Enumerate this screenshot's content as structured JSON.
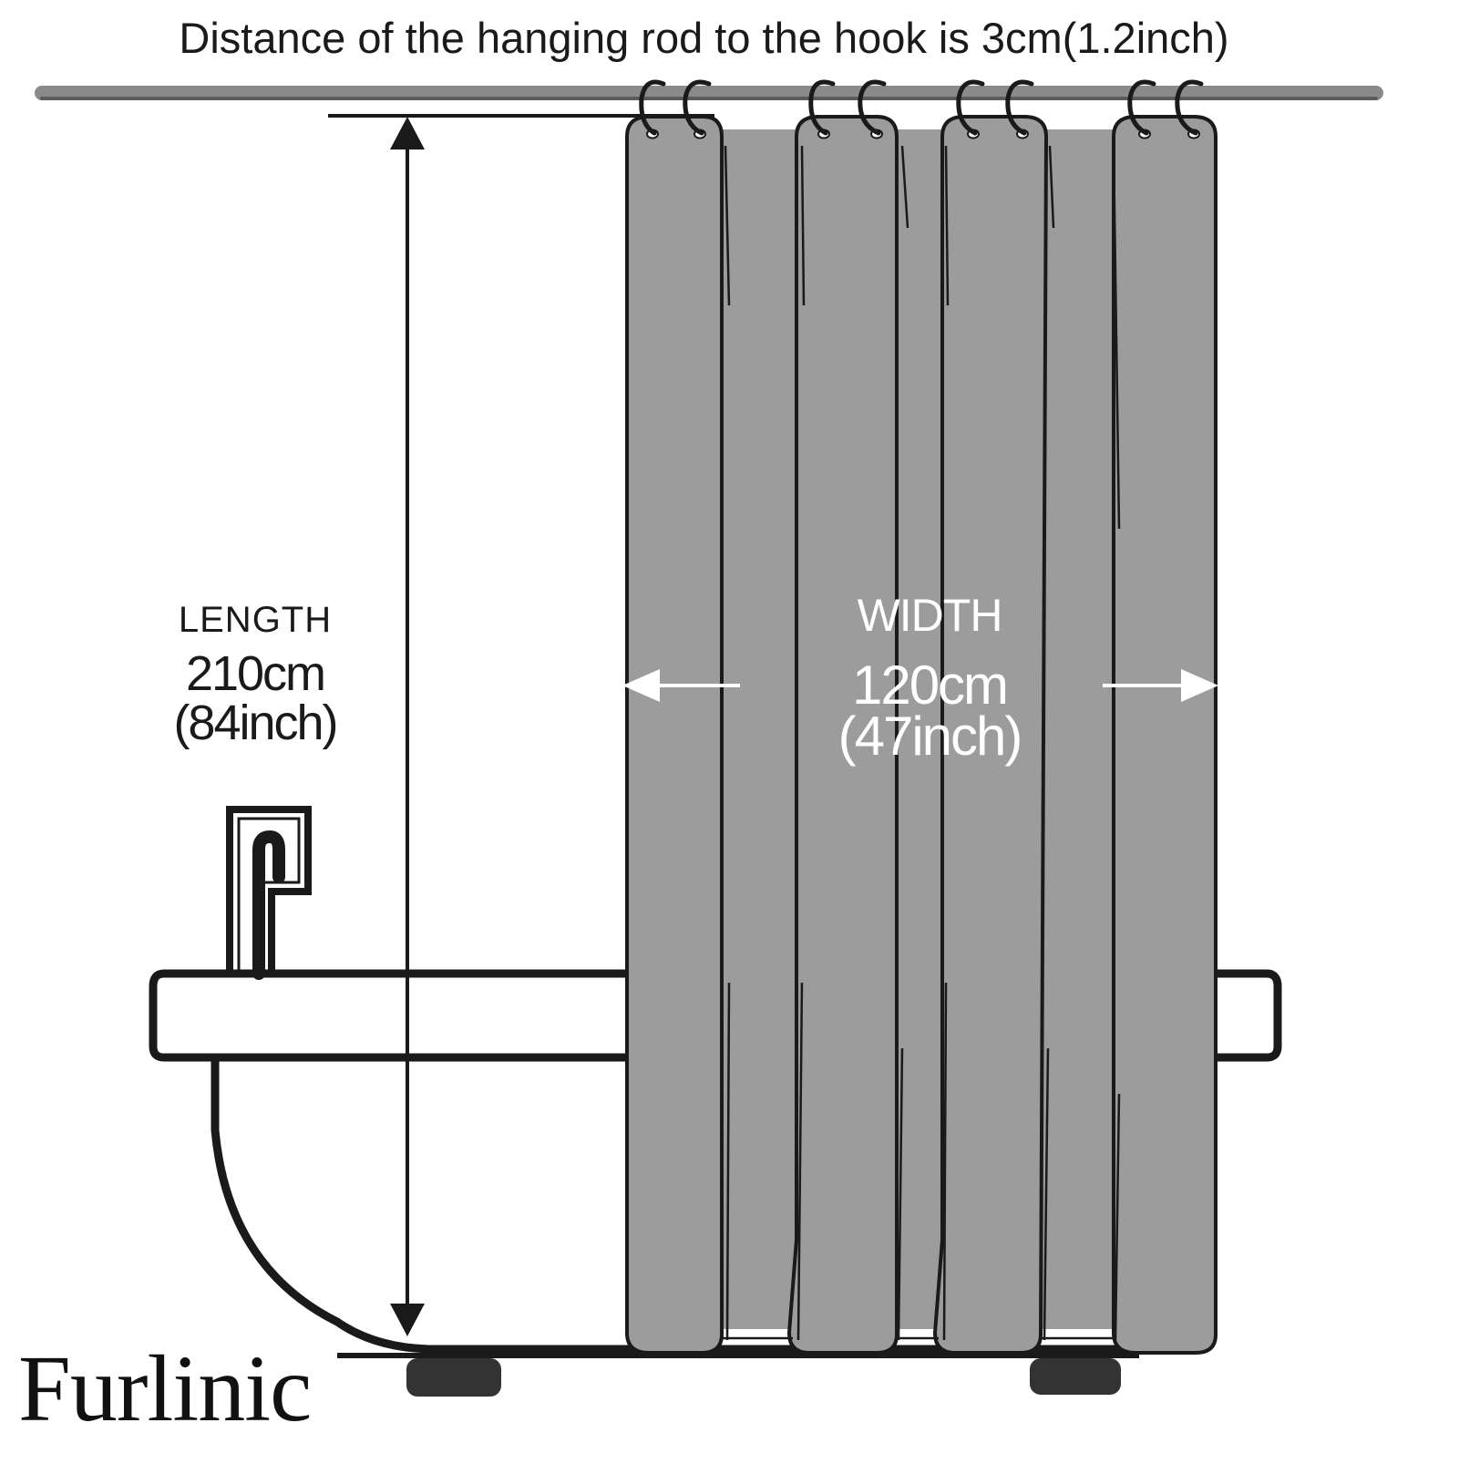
{
  "caption": "Distance of the hanging rod to the hook is 3cm(1.2inch)",
  "length": {
    "title": "LENGTH",
    "cm": "210cm",
    "inch": "(84inch)"
  },
  "width": {
    "title": "WIDTH",
    "cm": "120cm",
    "inch": "(47inch)"
  },
  "brand": "Furlinic",
  "colors": {
    "curtain": "#9c9c9c",
    "outline": "#1a1a1a",
    "rod": "#8a8a8a",
    "label_on_curtain": "#ffffff"
  },
  "icons": [
    "hanging-rod",
    "curtain-ring",
    "shower-curtain",
    "bathtub",
    "faucet",
    "double-arrow"
  ]
}
